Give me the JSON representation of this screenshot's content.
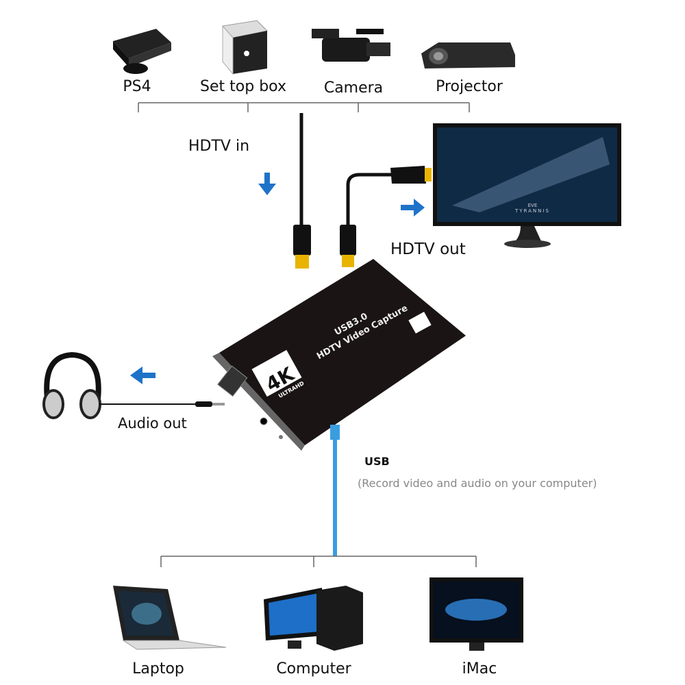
{
  "sources": [
    {
      "label": "PS4",
      "icon": "game-console-icon"
    },
    {
      "label": "Set top box",
      "icon": "set-top-box-icon"
    },
    {
      "label": "Camera",
      "icon": "video-camera-icon"
    },
    {
      "label": "Projector",
      "icon": "projector-icon"
    }
  ],
  "hdtv_in": "HDTV in",
  "hdtv_out": "HDTV out",
  "audio_out": "Audio out",
  "usb": {
    "title": "USB",
    "description": "(Record video and audio on your computer)"
  },
  "device": {
    "badge": "4K",
    "badge_sub": "ULTRAHD",
    "line1": "USB3.0",
    "line2": "HDTV Video Capture"
  },
  "tv_screen": {
    "line1": "EVE",
    "line2": "TYRANNIS"
  },
  "outputs": [
    {
      "label": "Laptop",
      "icon": "laptop-icon"
    },
    {
      "label": "Computer",
      "icon": "desktop-computer-icon"
    },
    {
      "label": "iMac",
      "icon": "imac-icon"
    }
  ],
  "colors": {
    "arrow": "#1e73c8",
    "usb_cable": "#3a9de0",
    "device": "#1a1414",
    "line": "#555555"
  }
}
